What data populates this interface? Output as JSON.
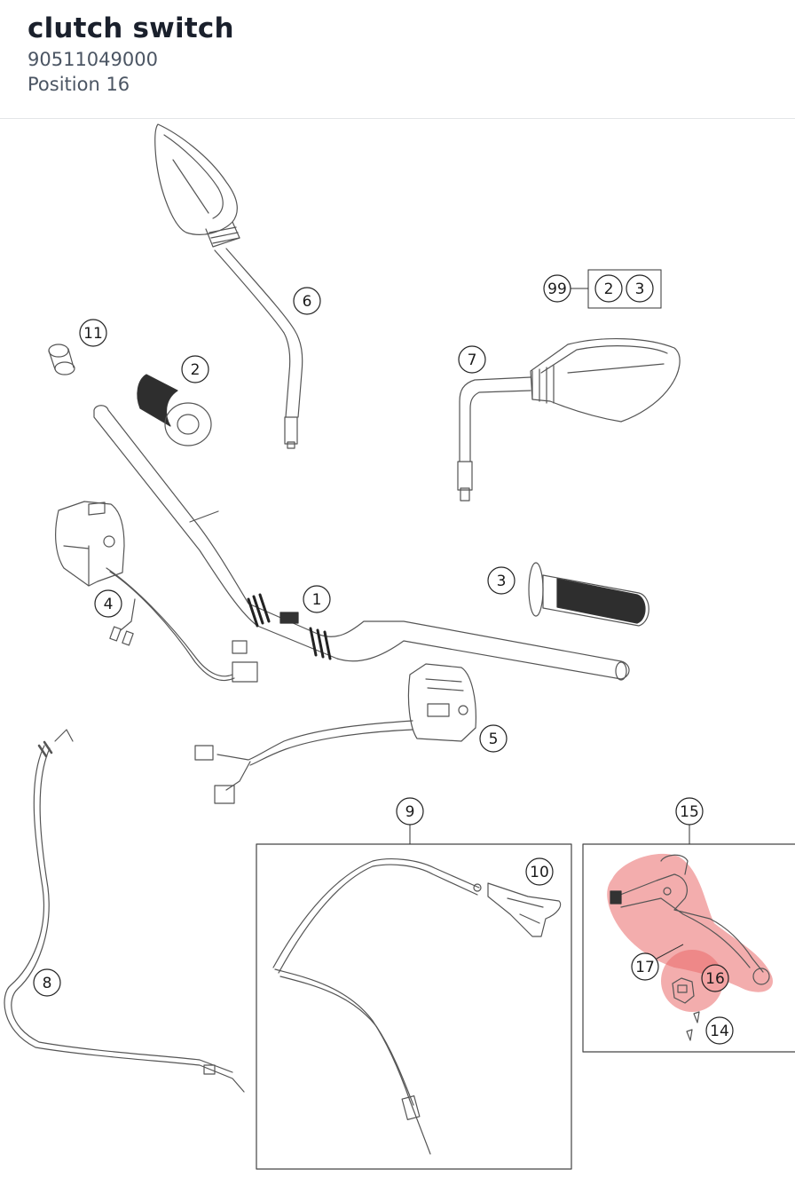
{
  "header": {
    "title": "clutch switch",
    "part_number": "90511049000",
    "position": "Position 16"
  },
  "highlight_color": "#e96a6a",
  "callouts": [
    {
      "id": "c1",
      "label": "1"
    },
    {
      "id": "c2",
      "label": "2"
    },
    {
      "id": "c3",
      "label": "3"
    },
    {
      "id": "c4",
      "label": "4"
    },
    {
      "id": "c5",
      "label": "5"
    },
    {
      "id": "c6",
      "label": "6"
    },
    {
      "id": "c7",
      "label": "7"
    },
    {
      "id": "c8",
      "label": "8"
    },
    {
      "id": "c9",
      "label": "9"
    },
    {
      "id": "c10",
      "label": "10"
    },
    {
      "id": "c11",
      "label": "11"
    },
    {
      "id": "c14",
      "label": "14"
    },
    {
      "id": "c15",
      "label": "15"
    },
    {
      "id": "c16",
      "label": "16"
    },
    {
      "id": "c17",
      "label": "17"
    },
    {
      "id": "c99",
      "label": "99"
    },
    {
      "id": "c99a",
      "label": "2"
    },
    {
      "id": "c99b",
      "label": "3"
    }
  ]
}
